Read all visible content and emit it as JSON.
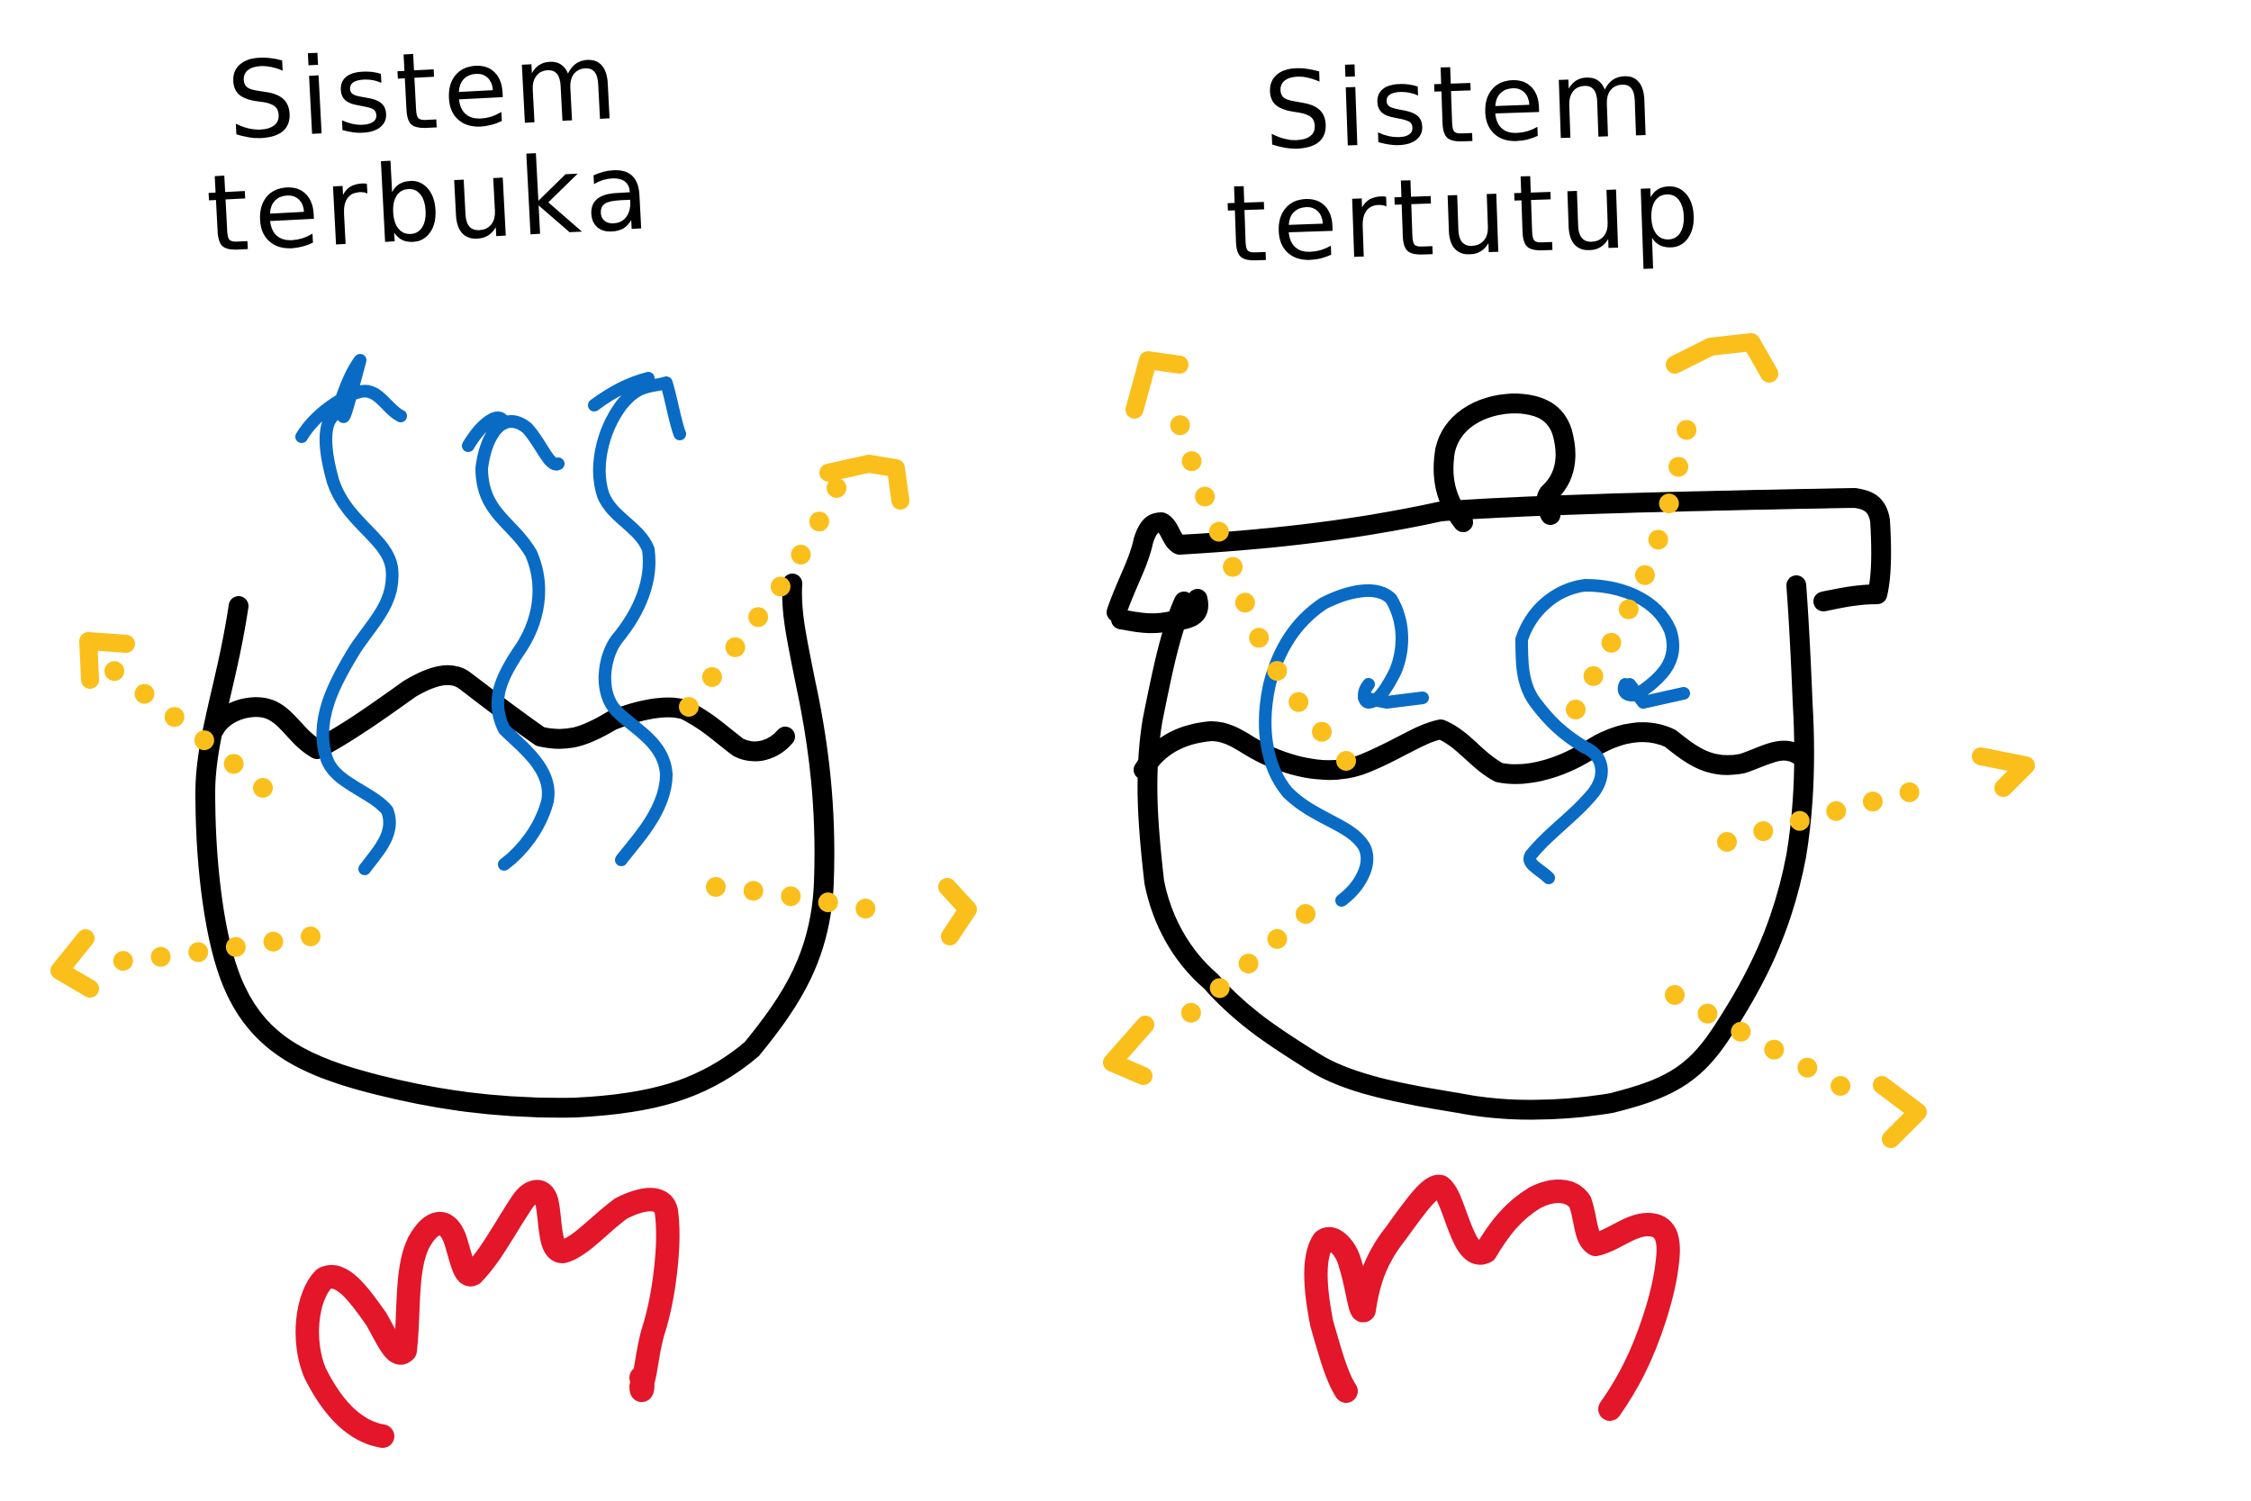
{
  "diagrams": [
    {
      "id": "open-system",
      "title_line1": "Sistem",
      "title_line2": "terbuka"
    },
    {
      "id": "closed-system",
      "title_line1": "Sistem",
      "title_line2": "tertutup"
    }
  ],
  "colors": {
    "outline": "#000000",
    "vapor": "#0a6bc4",
    "heat": "#fbbf1c",
    "flame": "#e3162a",
    "background": "#ffffff"
  },
  "icons": [
    "pot-icon",
    "pot-lid-icon",
    "steam-arrow-icon",
    "heat-arrow-icon",
    "flame-icon"
  ]
}
